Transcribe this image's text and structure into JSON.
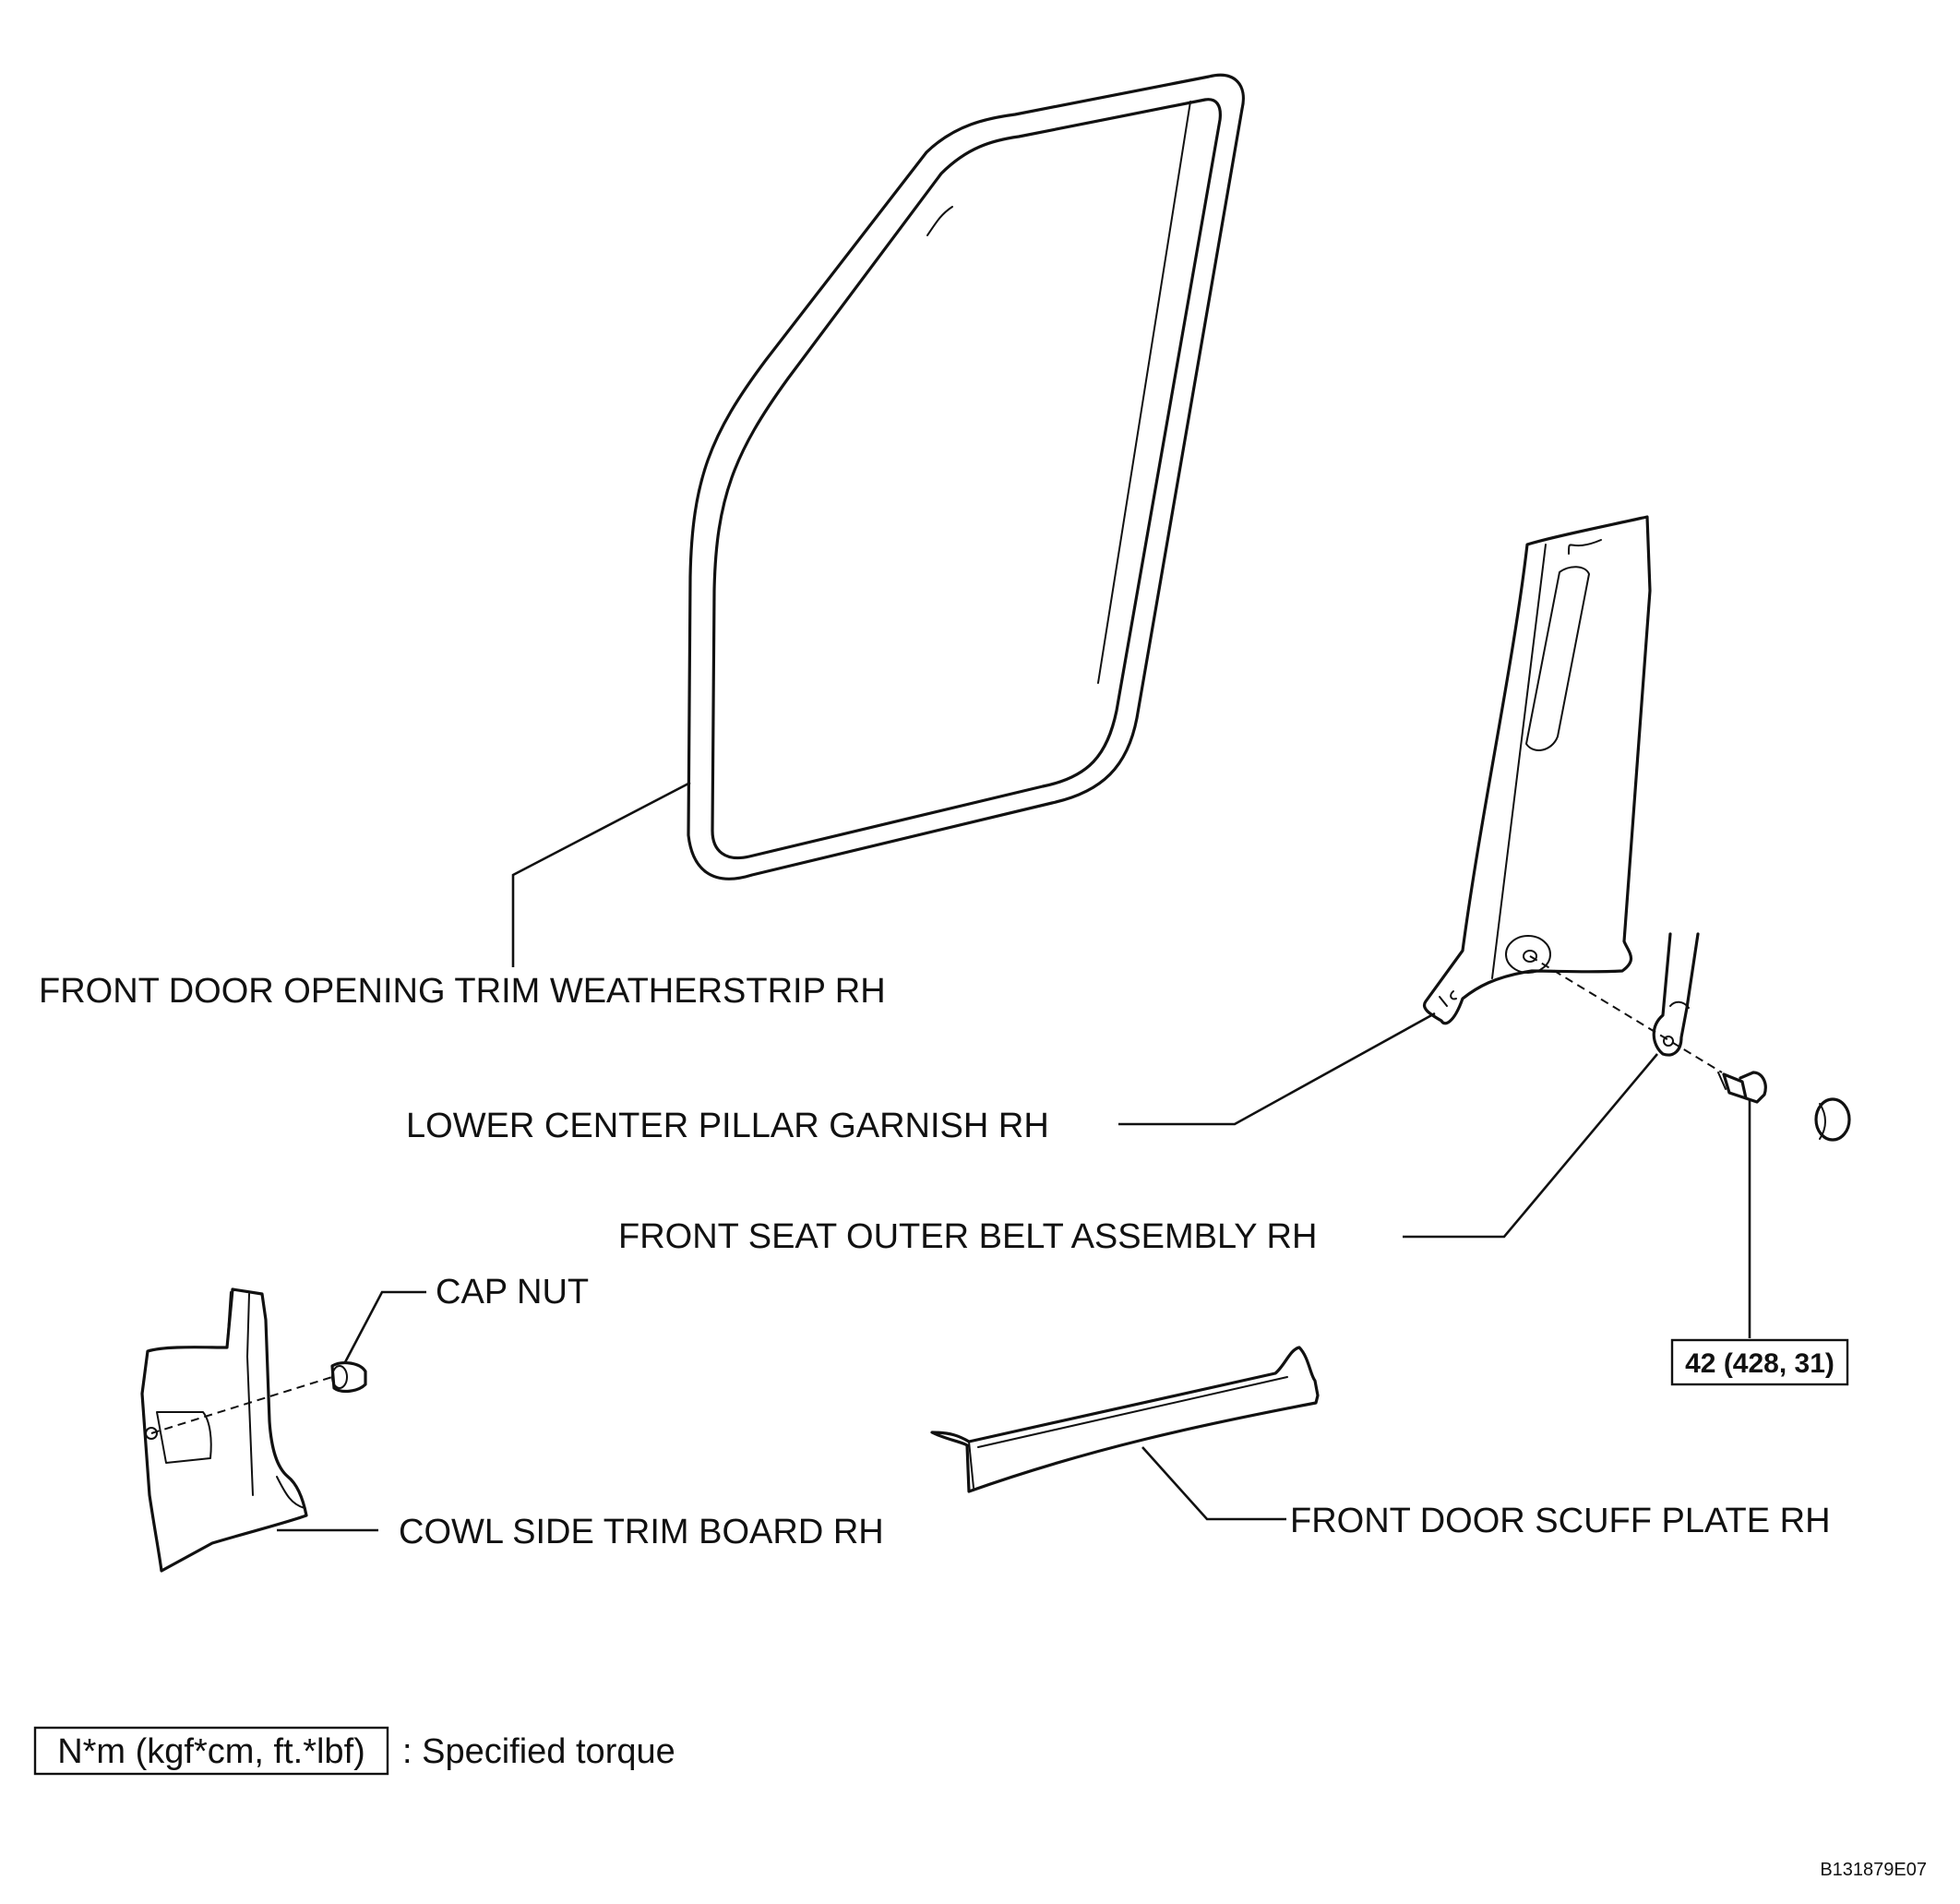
{
  "labels": {
    "weatherstrip": "FRONT DOOR OPENING TRIM WEATHERSTRIP RH",
    "pillar_garnish": "LOWER CENTER PILLAR GARNISH RH",
    "seat_belt": "FRONT SEAT OUTER BELT ASSEMBLY RH",
    "cap_nut": "CAP NUT",
    "cowl_board": "COWL SIDE TRIM BOARD RH",
    "scuff_plate": "FRONT DOOR SCUFF PLATE RH"
  },
  "torque": {
    "value": "42 (428, 31)"
  },
  "legend": {
    "unit": "N*m (kgf*cm, ft.*lbf)",
    "description": ": Specified torque"
  },
  "figure_code": "B131879E07"
}
